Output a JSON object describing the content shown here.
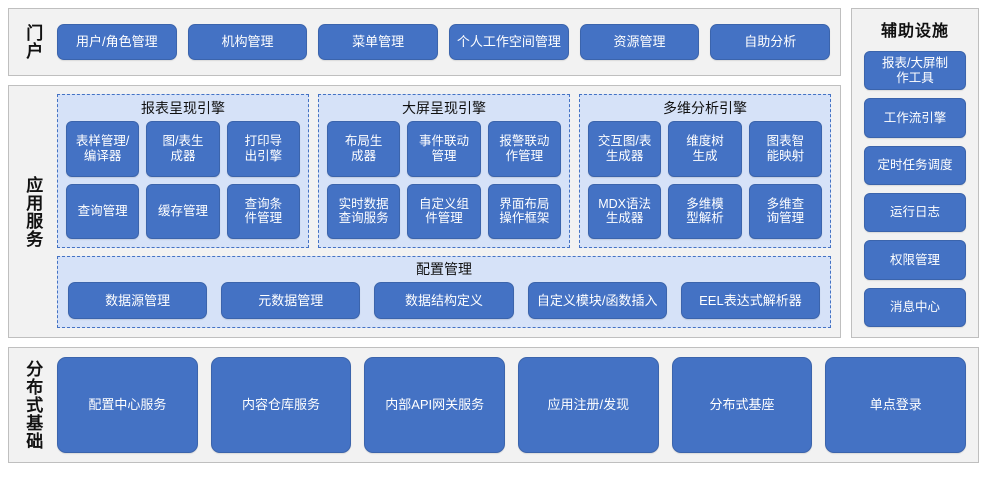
{
  "portal": {
    "label": "门户",
    "items": [
      {
        "label": "用户/角色管理"
      },
      {
        "label": "机构管理"
      },
      {
        "label": "菜单管理"
      },
      {
        "label": "个人工作空间管理"
      },
      {
        "label": "资源管理"
      },
      {
        "label": "自助分析"
      }
    ]
  },
  "app_services": {
    "label": "应用服务",
    "engines": [
      {
        "title": "报表呈现引擎",
        "items": [
          {
            "label": "表样管理/\n编译器"
          },
          {
            "label": "图/表生\n成器"
          },
          {
            "label": "打印导\n出引擎"
          },
          {
            "label": "查询管理"
          },
          {
            "label": "缓存管理"
          },
          {
            "label": "查询条\n件管理"
          }
        ]
      },
      {
        "title": "大屏呈现引擎",
        "items": [
          {
            "label": "布局生\n成器"
          },
          {
            "label": "事件联动\n管理"
          },
          {
            "label": "报警联动\n作管理"
          },
          {
            "label": "实时数据\n查询服务"
          },
          {
            "label": "自定义组\n件管理"
          },
          {
            "label": "界面布局\n操作框架"
          }
        ]
      },
      {
        "title": "多维分析引擎",
        "items": [
          {
            "label": "交互图/表\n生成器"
          },
          {
            "label": "维度树\n生成"
          },
          {
            "label": "图表智\n能映射"
          },
          {
            "label": "MDX语法\n生成器"
          },
          {
            "label": "多维模\n型解析"
          },
          {
            "label": "多维查\n询管理"
          }
        ]
      }
    ],
    "config": {
      "title": "配置管理",
      "items": [
        {
          "label": "数据源管理"
        },
        {
          "label": "元数据管理"
        },
        {
          "label": "数据结构定义"
        },
        {
          "label": "自定义模块/函数插入"
        },
        {
          "label": "EEL表达式解析器"
        }
      ]
    }
  },
  "aux_facilities": {
    "label": "辅助设施",
    "items": [
      {
        "label": "报表/大屏制\n作工具"
      },
      {
        "label": "工作流引擎"
      },
      {
        "label": "定时任务调度"
      },
      {
        "label": "运行日志"
      },
      {
        "label": "权限管理"
      },
      {
        "label": "消息中心"
      }
    ]
  },
  "distributed": {
    "label": "分布式基础",
    "items": [
      {
        "label": "配置中心服务"
      },
      {
        "label": "内容仓库服务"
      },
      {
        "label": "内部API网关服务"
      },
      {
        "label": "应用注册/发现"
      },
      {
        "label": "分布式基座"
      },
      {
        "label": "单点登录"
      }
    ]
  },
  "colors": {
    "button": "#4472c4",
    "panel_bg": "#d6e2f8",
    "section_bg": "#f2f2f2",
    "section_border": "#bfbfbf"
  }
}
